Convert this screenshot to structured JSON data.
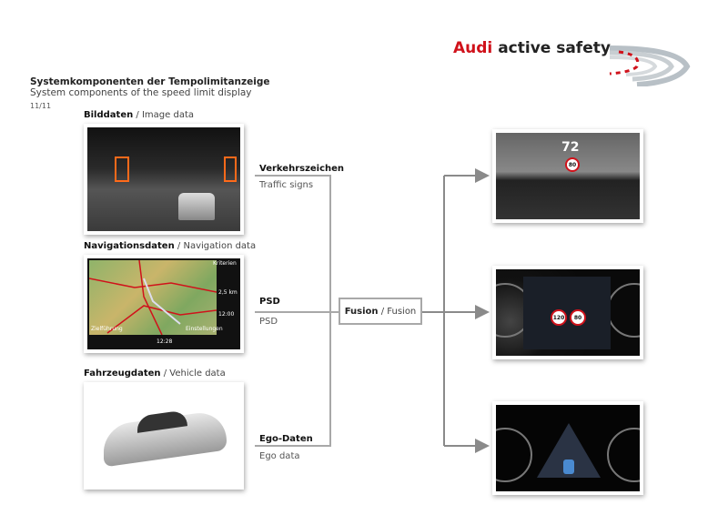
{
  "header": {
    "title": "Systemkomponenten der Tempolimitanzeige",
    "subtitle": "System components of the speed limit display",
    "page": "11/11"
  },
  "logo": {
    "brand": "Audi",
    "tagline": "active safety",
    "brand_color": "#d0121b"
  },
  "sections": [
    {
      "de": "Bilddaten",
      "en": "Image data"
    },
    {
      "de": "Navigationsdaten",
      "en": "Navigation data"
    },
    {
      "de": "Fahrzeugdaten",
      "en": "Vehicle data"
    }
  ],
  "signals": [
    {
      "de": "Verkehrszeichen",
      "en": "Traffic signs"
    },
    {
      "de": "PSD",
      "en": "PSD"
    },
    {
      "de": "Ego-Daten",
      "en": "Ego data"
    }
  ],
  "fusion": {
    "de": "Fusion",
    "en": "Fusion"
  },
  "outputs": {
    "hud_speed": "72",
    "hud_limit": "80",
    "cluster_limits": [
      "120",
      "80"
    ]
  },
  "nav": {
    "button_top": "Kriterien",
    "distance": "2,5 km",
    "time": "12:00",
    "bottom_left": "Zielführung",
    "bottom_right": "Einstellungen",
    "clock": "12:28"
  }
}
